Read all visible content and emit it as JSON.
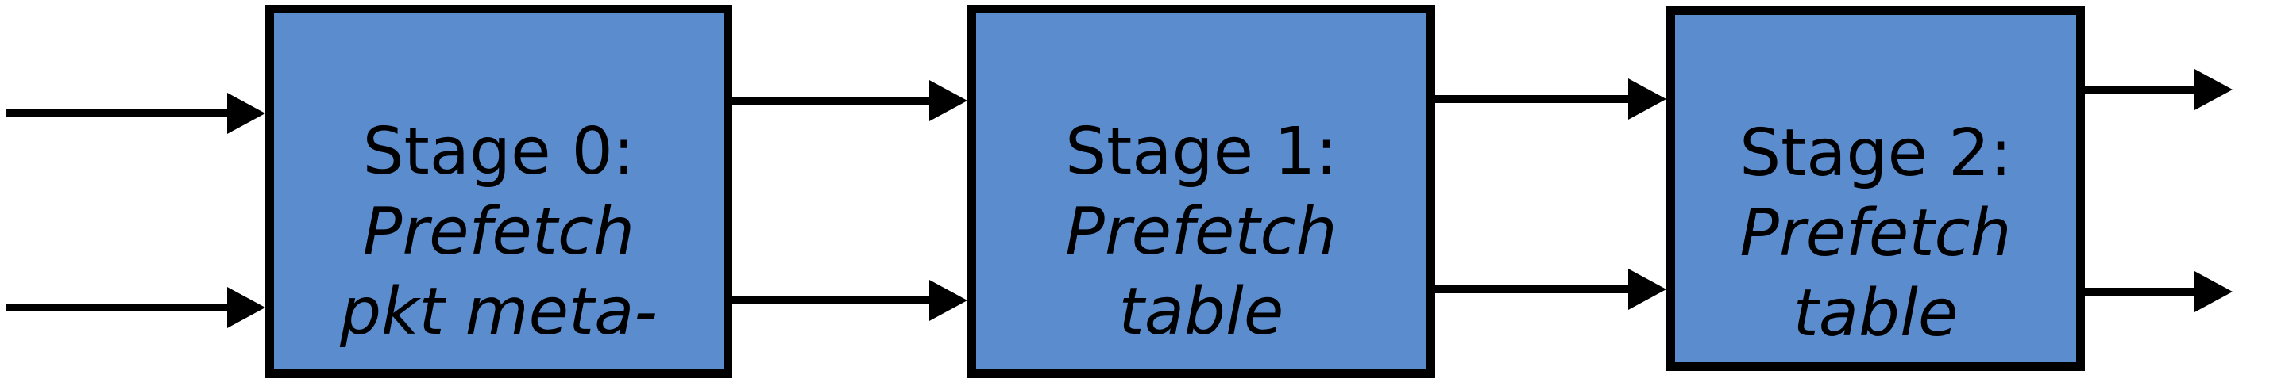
{
  "colors": {
    "background": "#ffffff",
    "box_fill": "#5a8cce",
    "box_border": "#000000",
    "arrow": "#000000",
    "text": "#000000"
  },
  "diagram": {
    "stages": [
      {
        "title": "Stage 0:",
        "line2": "Prefetch",
        "line3": "pkt meta-"
      },
      {
        "title": "Stage 1:",
        "line2": "Prefetch",
        "line3": "table"
      },
      {
        "title": "Stage 2:",
        "line2": "Prefetch",
        "line3": "table"
      }
    ],
    "arrows": [
      {
        "name": "input-arrow-top"
      },
      {
        "name": "input-arrow-bottom"
      },
      {
        "name": "stage0-to-stage1-arrow-top"
      },
      {
        "name": "stage0-to-stage1-arrow-bottom"
      },
      {
        "name": "stage1-to-stage2-arrow-top"
      },
      {
        "name": "stage1-to-stage2-arrow-bottom"
      },
      {
        "name": "output-arrow-top"
      },
      {
        "name": "output-arrow-bottom"
      }
    ]
  }
}
